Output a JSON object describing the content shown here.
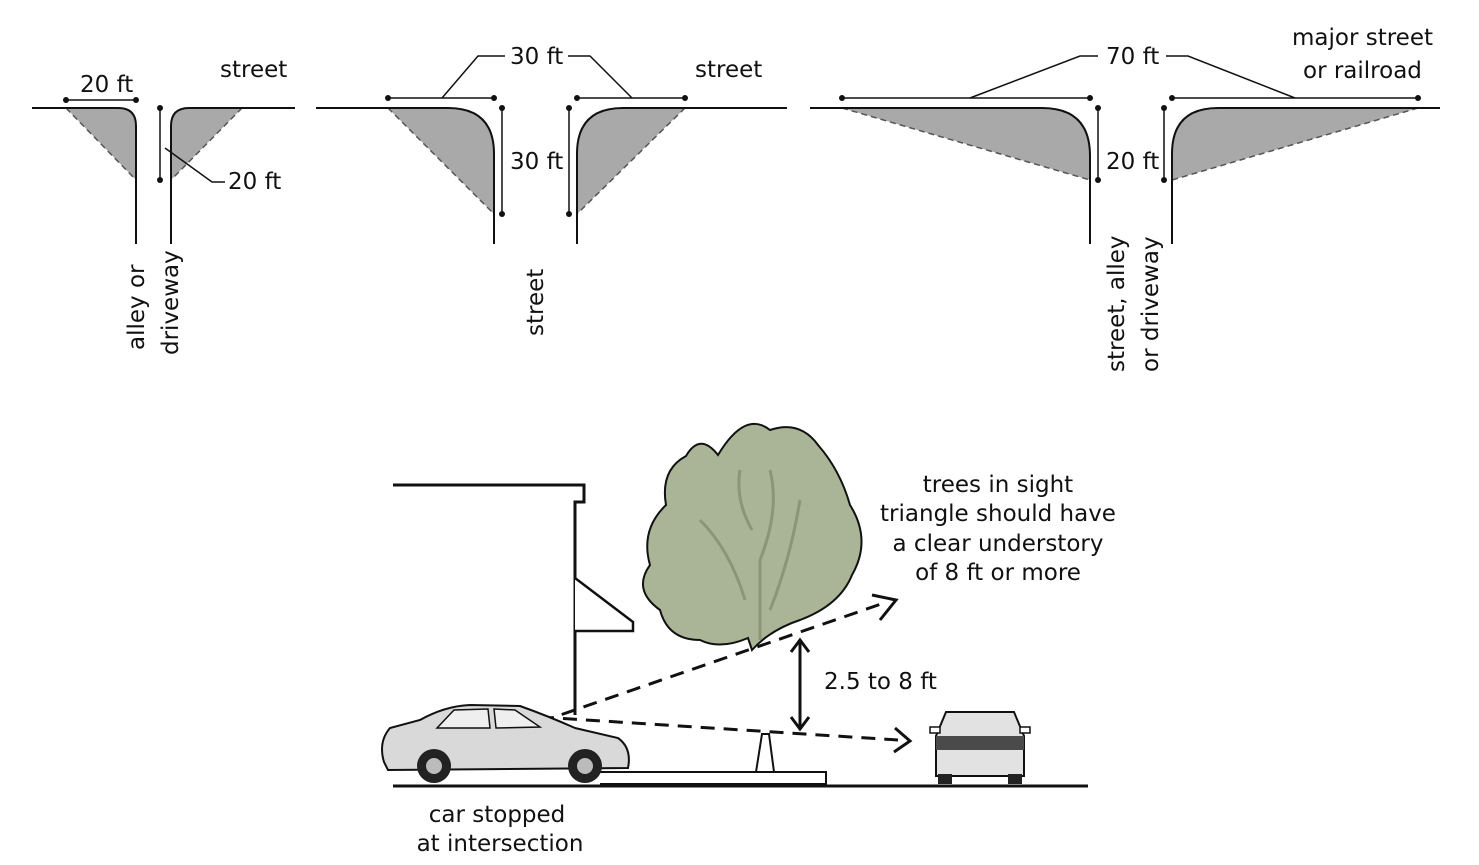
{
  "diagram_a": {
    "dim_top": "20 ft",
    "dim_side": "20 ft",
    "street_label": "street",
    "cross_label_line1": "alley or",
    "cross_label_line2": "driveway"
  },
  "diagram_b": {
    "dim_top": "30 ft",
    "dim_side": "30 ft",
    "street_label": "street",
    "cross_label": "street"
  },
  "diagram_c": {
    "dim_top": "70 ft",
    "dim_side": "20 ft",
    "street_label_line1": "major street",
    "street_label_line2": "or railroad",
    "cross_label_line1": "street, alley",
    "cross_label_line2": "or driveway"
  },
  "elevation": {
    "tree_note": [
      "trees in sight",
      "triangle should have",
      "a clear understory",
      "of 8 ft or more"
    ],
    "clearance_label": "2.5 to 8 ft",
    "car_caption": [
      "car stopped",
      "at intersection"
    ]
  },
  "colors": {
    "triangle_fill": "#a9a9a9",
    "tree_fill": "#a9b596",
    "car_body": "#d9d9d9",
    "line": "#111111"
  },
  "icons": [
    "tree-icon",
    "stopped-car-icon",
    "oncoming-car-icon",
    "traffic-cone-icon"
  ]
}
